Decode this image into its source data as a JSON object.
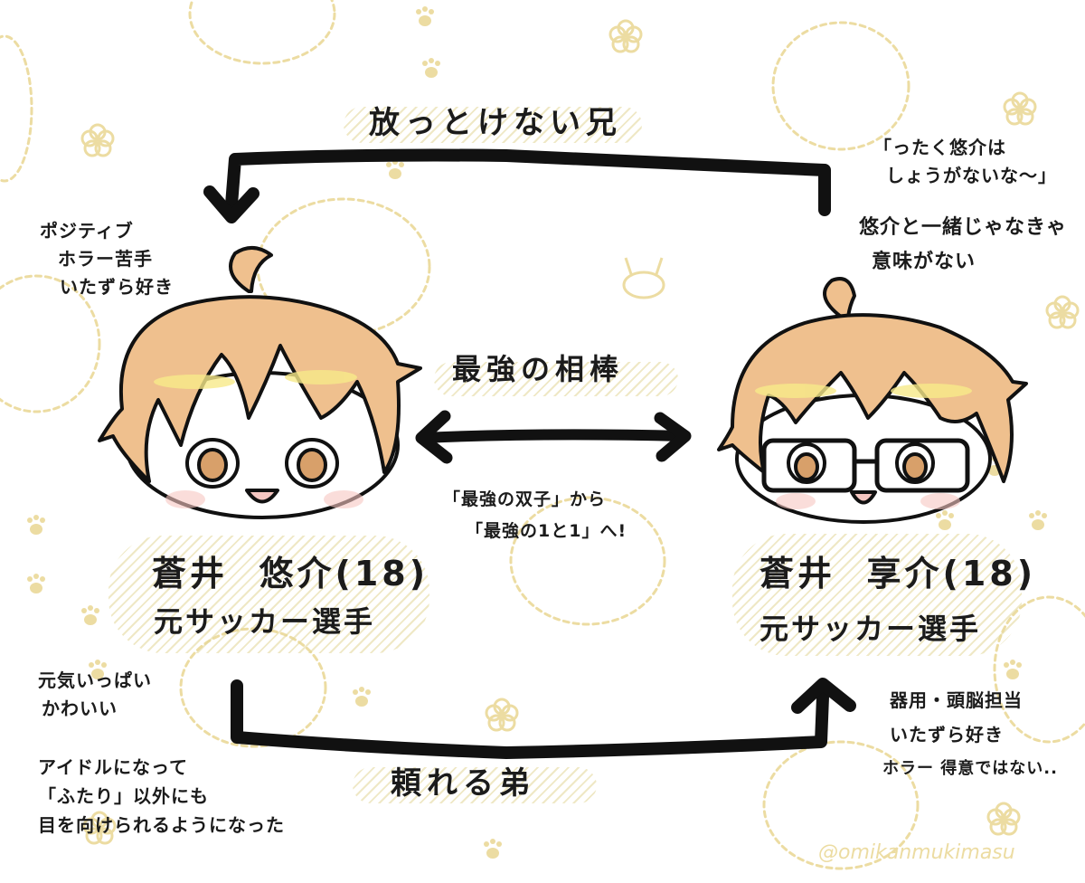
{
  "colors": {
    "background": "#ffffff",
    "ink": "#111111",
    "doodle": "#ecdca2",
    "hair": "#efc08e",
    "hair_highlight": "#f7ea8a",
    "skin": "#ffffff",
    "blush": "#f6c7c2",
    "iris": "#d8a06a",
    "hatch": "#e2d696"
  },
  "top_relation": {
    "label": "放っとけない兄",
    "arrow_direction": "right-to-left",
    "from": "kyosuke",
    "to": "yusuke"
  },
  "bottom_relation": {
    "label": "頼れる弟",
    "arrow_direction": "left-to-right",
    "from": "yusuke",
    "to": "kyosuke"
  },
  "middle_relation": {
    "label": "最強の相棒",
    "arrow_direction": "bidirectional",
    "caption_lines": [
      "「最強の双子」から",
      "「最強の1と1」へ!"
    ]
  },
  "left_character": {
    "surname": "蒼井",
    "given_name": "悠介",
    "age_label": "(18)",
    "role": "元サッカー選手",
    "traits_top": [
      "ポジティブ",
      "ホラー苦手",
      "いたずら好き"
    ],
    "traits_bottom": [
      "元気いっぱい",
      "かわいい"
    ],
    "notes_bottom": [
      "アイドルになって",
      "「ふたり」以外にも",
      "目を向けられるようになった"
    ],
    "has_glasses": false,
    "expression": "open-mouth smile"
  },
  "right_character": {
    "surname": "蒼井",
    "given_name": "享介",
    "age_label": "(18)",
    "role": "元サッカー選手",
    "quote_lines": [
      "「ったく悠介は",
      "しょうがないな〜」"
    ],
    "thought_lines": [
      "悠介と一緒じゃなきゃ",
      "意味がない"
    ],
    "traits_bottom": [
      "器用・頭脳担当",
      "いたずら好き",
      "ホラー 得意ではない.."
    ],
    "has_glasses": true,
    "expression": "smile with glasses"
  },
  "watermark": "@omikanmukimasu"
}
